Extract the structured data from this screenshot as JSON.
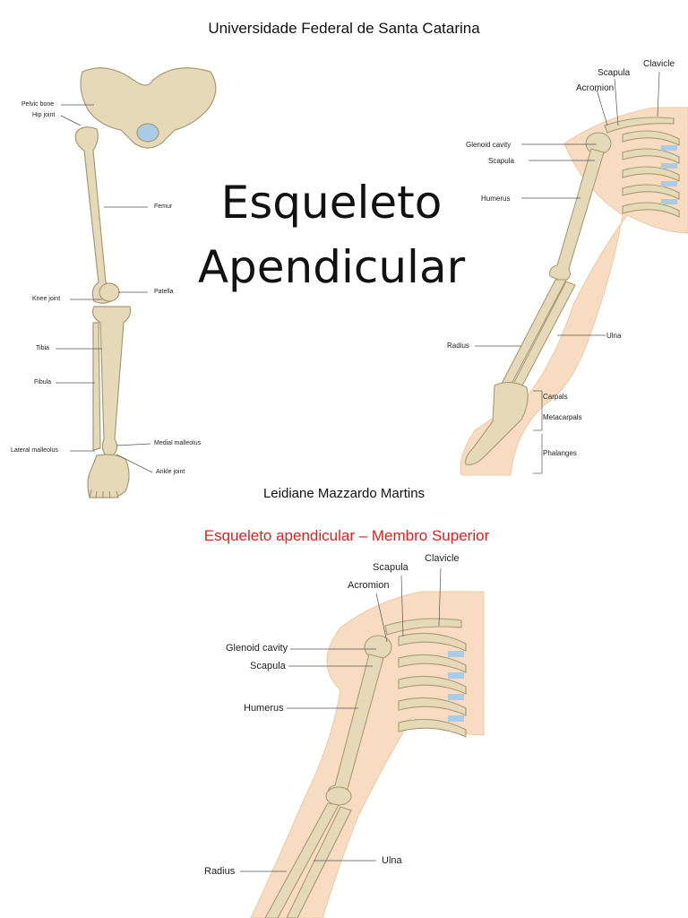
{
  "header": {
    "university": "Universidade Federal de Santa Catarina"
  },
  "title": {
    "line1": "Esqueleto",
    "line2": "Apendicular"
  },
  "author": "Leidiane Mazzardo Martins",
  "section": {
    "title": "Esqueleto apendicular – Membro Superior"
  },
  "lower_limb_labels": {
    "pelvic_bone": "Pelvic bone",
    "hip_joint": "Hip joint",
    "femur": "Femur",
    "knee_joint": "Knee joint",
    "patella": "Patella",
    "tibia": "Tibia",
    "fibula": "Fibula",
    "lateral_malleolus": "Lateral malleolus",
    "medial_malleolus": "Medial malleolus",
    "ankle_joint": "Ankle joint"
  },
  "upper_limb_labels": {
    "scapula_top": "Scapula",
    "clavicle": "Clavicle",
    "acromion": "Acromion",
    "glenoid_cavity": "Glenoid cavity",
    "scapula": "Scapula",
    "humerus": "Humerus",
    "radius": "Radius",
    "ulna": "Ulna",
    "carpals": "Carpals",
    "metacarpals": "Metacarpals",
    "phalanges": "Phalanges"
  },
  "colors": {
    "bone": "#e6d9b8",
    "bone_outline": "#a89a74",
    "skin": "#f7dcc1",
    "cartilage": "#a9cde6",
    "section_title": "#e0201c"
  }
}
